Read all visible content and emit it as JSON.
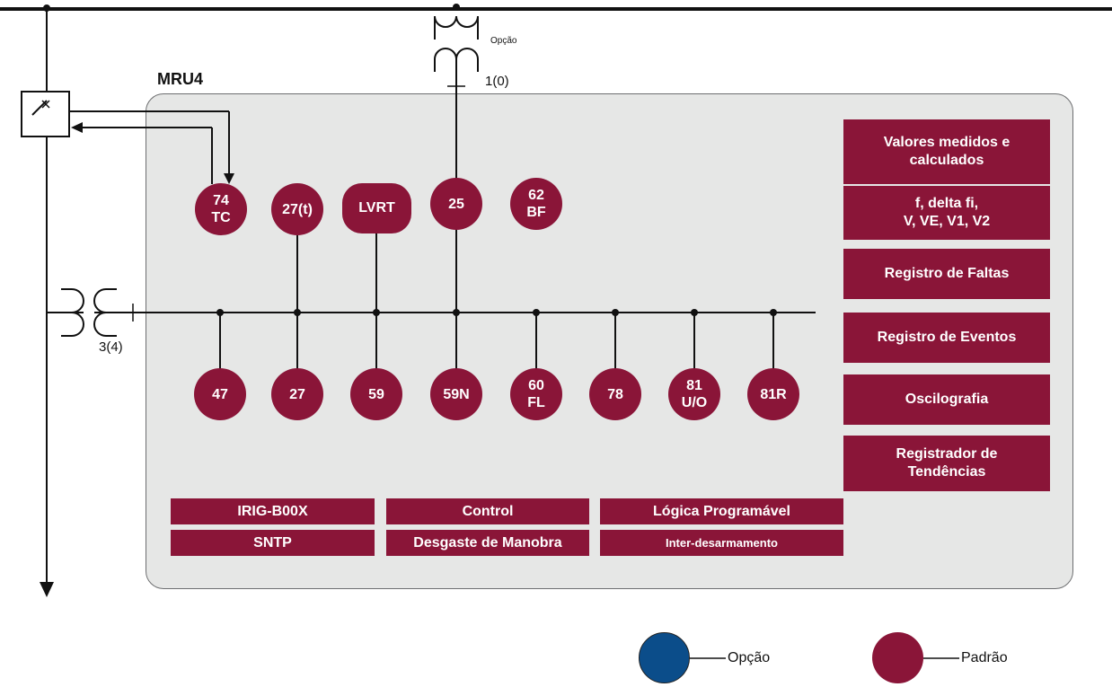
{
  "device_title": "MRU4",
  "labels": {
    "option_small": "Opção",
    "vt_top_count": "1(0)",
    "vt_left_count": "3(4)"
  },
  "top_functions": {
    "f74": "74\nTC",
    "f27t": "27(t)",
    "lvrt": "LVRT",
    "f25": "25",
    "f62": "62\nBF"
  },
  "bottom_functions": {
    "f47": "47",
    "f27": "27",
    "f59": "59",
    "f59n": "59N",
    "f60": "60\nFL",
    "f78": "78",
    "f81uo": "81\nU/O",
    "f81r": "81R"
  },
  "right_features": {
    "measured": "Valores medidos e\ncalculados",
    "measured_values": "f, delta fi,\nV, VE, V1, V2",
    "fault_rec": "Registro de Faltas",
    "event_rec": "Registro de Eventos",
    "oscillo": "Oscilografia",
    "trend_rec": "Registrador de\nTendências"
  },
  "bottom_features": {
    "irig": "IRIG-B00X",
    "sntp": "SNTP",
    "control": "Control",
    "wear": "Desgaste de Manobra",
    "logic": "Lógica Programável",
    "intertrip": "Inter-desarmamento"
  },
  "legend": {
    "option_label": "Opção",
    "standard_label": "Padrão",
    "option_color": "#0b4d8a",
    "standard_color": "#8a1538"
  }
}
